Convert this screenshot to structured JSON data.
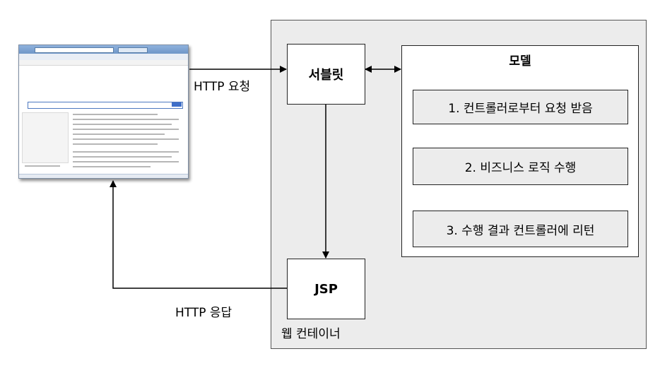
{
  "diagram": {
    "http_request": "HTTP 요청",
    "http_response": "HTTP 응답",
    "servlet": "서블릿",
    "jsp": "JSP",
    "web_container": "웹 컨테이너",
    "model": {
      "title": "모델",
      "steps": [
        "1. 컨트롤러로부터 요청 받음",
        "2. 비즈니스 로직 수행",
        "3. 수행 결과 컨트롤러에 리턴"
      ]
    }
  },
  "colors": {
    "container_bg": "#ececec",
    "step_bg": "#ececec",
    "line": "#000000"
  }
}
